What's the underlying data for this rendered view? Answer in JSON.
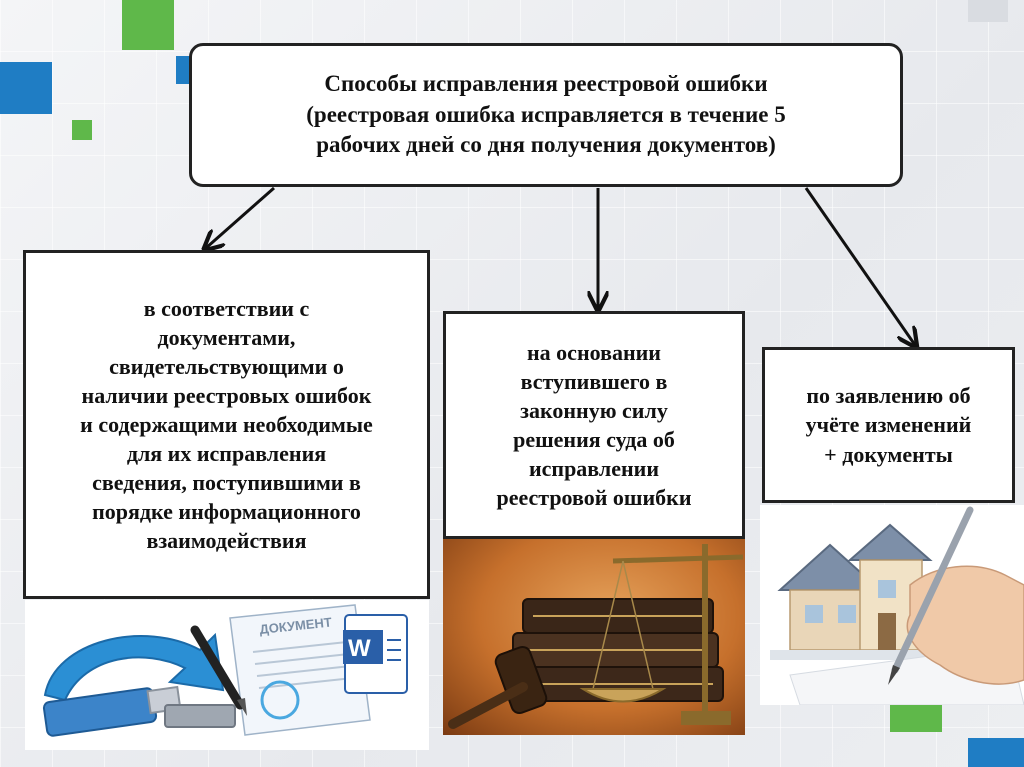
{
  "colors": {
    "accent_green": "#5fb84a",
    "accent_blue": "#1f7dc4",
    "frame": "#222222"
  },
  "diagram": {
    "top": {
      "text": "Способы исправления реестровой ошибки\n(реестровая ошибка исправляется в течение  5\nрабочих дней со дня получения документов)"
    },
    "left": {
      "text": "в соответствии с\nдокументами,\nсвидетельствующими о\nналичии реестровых ошибок\nи содержащими необходимые\nдля их исправления\nсведения, поступившими в\nпорядке информационного\nвзаимодействия"
    },
    "middle": {
      "text": "на основании\nвступившего в\nзаконную силу\nрешения суда об\nисправлении\nреестровой ошибки"
    },
    "right": {
      "text": "по заявлению об\nучёте изменений\n+ документы"
    }
  },
  "illustrations": {
    "left": {
      "icons": [
        "usb-flash-drive-icon",
        "blue-arrow-icon",
        "document-icon",
        "pen-icon",
        "word-document-icon"
      ],
      "document_caption": "ДОКУМЕНТ"
    },
    "middle": {
      "icons": [
        "scales-icon",
        "books-icon",
        "gavel-icon"
      ]
    },
    "right": {
      "icons": [
        "house-icon",
        "writing-hand-icon"
      ]
    }
  }
}
